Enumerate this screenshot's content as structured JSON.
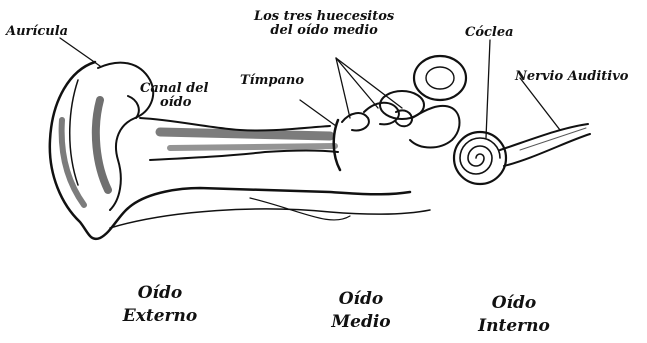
{
  "labels": {
    "auricula": "Aurícula",
    "canal_line1": "Canal del",
    "canal_line2": "oído",
    "timpano": "Tímpano",
    "huesecitos_line1": "Los tres huecesitos",
    "huesecitos_line2": "del oído medio",
    "coclea": "Cóclea",
    "nervio": "Nervio Auditivo"
  },
  "sections": {
    "externo_line1": "Oído",
    "externo_line2": "Externo",
    "medio_line1": "Oído",
    "medio_line2": "Medio",
    "interno_line1": "Oído",
    "interno_line2": "Interno"
  },
  "colors": {
    "ink": "#111111",
    "background": "#ffffff"
  }
}
